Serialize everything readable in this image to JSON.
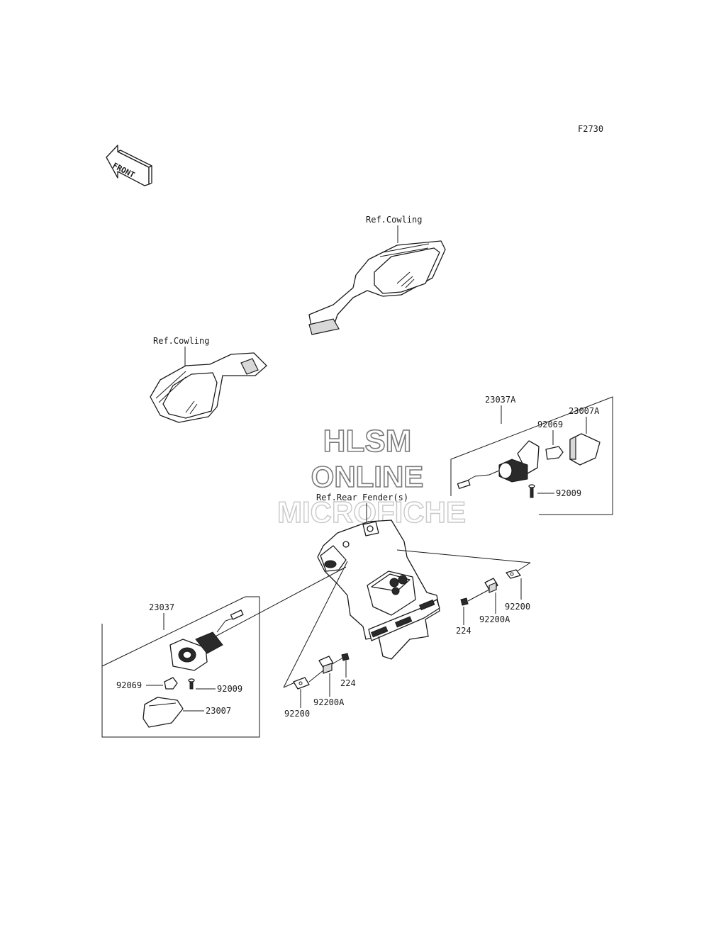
{
  "figure_id": "F2730",
  "front_arrow_text": "FRONT",
  "watermark": {
    "line1": "HLSM",
    "line2": "ONLINE",
    "line3": "MICROFICHE"
  },
  "refs": {
    "cowling_right": "Ref.Cowling",
    "cowling_left": "Ref.Cowling",
    "rear_fender": "Ref.Rear Fender(s)"
  },
  "parts": {
    "right_signal_assy": "23037A",
    "right_lens": "23007A",
    "right_bulb": "92069",
    "right_screw": "92009",
    "left_signal_assy": "23037",
    "left_bulb": "92069",
    "left_screw": "92009",
    "left_lens": "23007",
    "plate_right": "92200",
    "clip_right": "92200A",
    "bolt_right": "224",
    "plate_left": "92200",
    "clip_left": "92200A",
    "bolt_left": "224"
  }
}
